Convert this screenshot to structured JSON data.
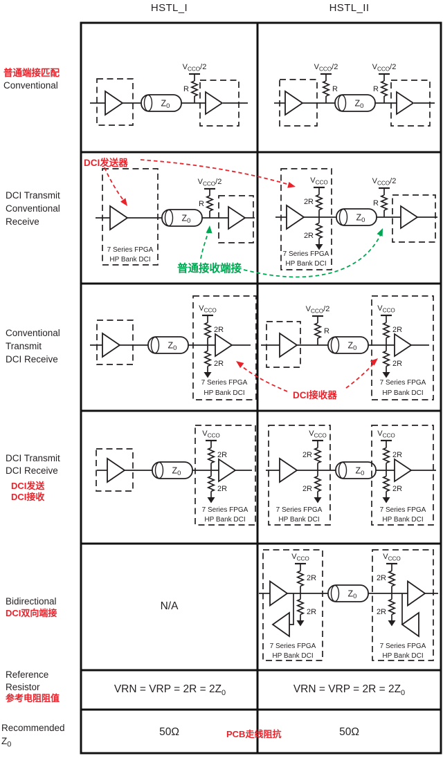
{
  "headers": {
    "col1": "HSTL_I",
    "col2": "HSTL_II"
  },
  "row_labels": {
    "r1_zh": "普通端接匹配",
    "r1_en": "Conventional",
    "r2_l1": "DCI Transmit",
    "r2_l2": "Conventional",
    "r2_l3": "Receive",
    "r3_l1": "Conventional",
    "r3_l2": "Transmit",
    "r3_l3": "DCI Receive",
    "r4_l1": "DCI Transmit",
    "r4_l2": "DCI Receive",
    "r4_zh1": "DCI发送",
    "r4_zh2": "DCI接收",
    "r5_l1": "Bidirectional",
    "r5_zh": "DCI双向端接",
    "r6_l1": "Reference",
    "r6_l2": "Resistor",
    "r6_zh": "参考电阻阻值",
    "r7_l1": "Recommended",
    "r7_z": "Z",
    "r7_zsub": "0"
  },
  "annotations": {
    "dci_transmitter": "DCI发送器",
    "conventional_rx_term": "普通接收端接",
    "dci_receiver": "DCI接收器",
    "pcb_trace_impedance": "PCB走线阻抗"
  },
  "values": {
    "na": "N/A",
    "ref_resistor_pre": "VRN = VRP = 2R = 2Z",
    "ref_resistor_sub": "0",
    "z0_col1": "50Ω",
    "z0_col2": "50Ω"
  },
  "schematic_labels": {
    "vcco_base": "V",
    "vcco_sub": "CCO",
    "half_suffix": "/2",
    "r": "R",
    "two_r": "2R",
    "z_base": "Z",
    "z_sub": "0",
    "fpga_line1": "7 Series FPGA",
    "fpga_line2": "HP Bank DCI"
  },
  "colors": {
    "red": "#e8232b",
    "green": "#00a651",
    "line": "#231f20",
    "border": "#111111",
    "background": "#ffffff"
  }
}
